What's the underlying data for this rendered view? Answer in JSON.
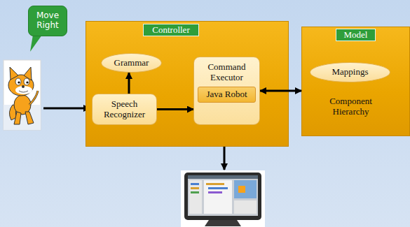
{
  "diagram": {
    "nodes": [
      {
        "text": [
          "Move Right"
        ]
      },
      {
        "text": [
          "Controller"
        ]
      },
      {
        "text": [
          "Grammar"
        ],
        "in": 1
      },
      {
        "text": [
          "Speech Recognizer"
        ],
        "in": 1
      },
      {
        "text": [
          "Command Executor"
        ],
        "in": 1
      },
      {
        "text": [
          "Java Robot"
        ],
        "in": 4
      },
      {
        "text": [
          "Model"
        ]
      },
      {
        "text": [
          "Mappings"
        ],
        "in": 6
      },
      {
        "text": [
          "Component Hierarchy"
        ],
        "in": 6
      }
    ],
    "edges": [
      {
        "from": 3,
        "to": 2,
        "arrow": "to"
      },
      {
        "from": 3,
        "to": 4,
        "arrow": "to"
      },
      {
        "from": 4,
        "to": 6,
        "arrow": "both"
      }
    ]
  }
}
